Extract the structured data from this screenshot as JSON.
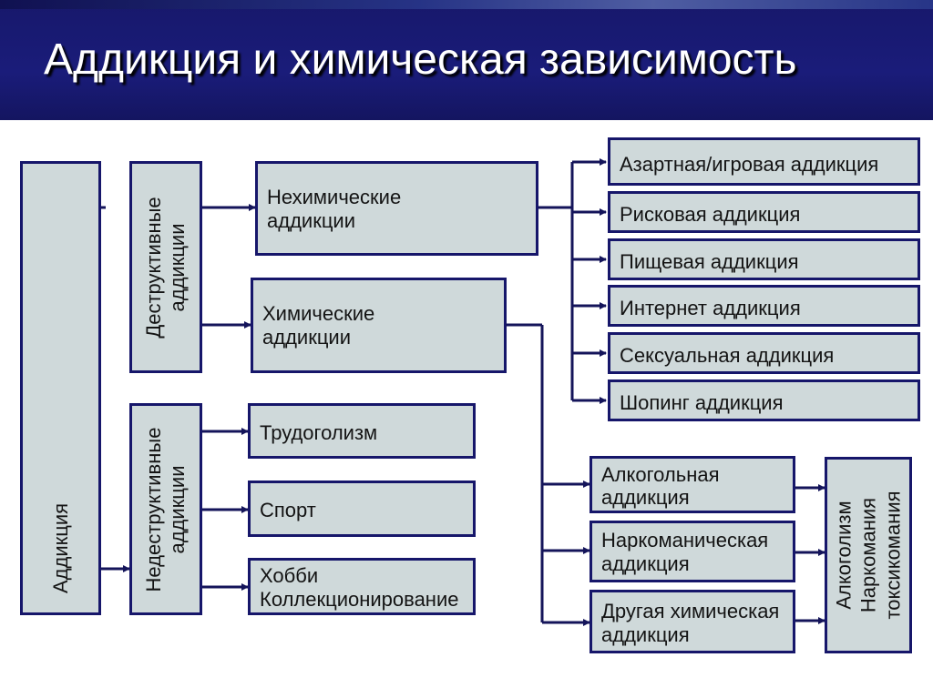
{
  "title": "Аддикция и химическая зависимость",
  "nodes": {
    "addiction": "Аддикция",
    "destructive": [
      "Деструктивные",
      "аддикции"
    ],
    "non_destructive": [
      "Недеструктивные",
      "аддикции"
    ],
    "non_chemical": [
      "Нехимические",
      "аддикции"
    ],
    "chemical": [
      "Химические",
      "аддикции"
    ],
    "workaholism": "Трудоголизм",
    "sport": "Спорт",
    "hobby": [
      "Хобби",
      "Коллекционирование"
    ],
    "gambling": "Азартная/игровая аддикция",
    "risk": "Рисковая аддикция",
    "food": "Пищевая аддикция",
    "internet": "Интернет аддикция",
    "sexual": "Сексуальная аддикция",
    "shopping": "Шопинг аддикция",
    "alcohol": [
      "Алкогольная",
      "аддикция"
    ],
    "drug": [
      "Наркоманическая",
      "аддикция"
    ],
    "other_chemical": [
      "Другая химическая",
      "аддикция"
    ],
    "outcomes": [
      "Алкоголизм",
      "Наркомания",
      "токсикомания"
    ]
  },
  "colors": {
    "header": "#17186b",
    "box_fill": "#cfd9da",
    "box_border": "#16166a",
    "connector": "#14145a",
    "title_text": "#ffffff"
  }
}
